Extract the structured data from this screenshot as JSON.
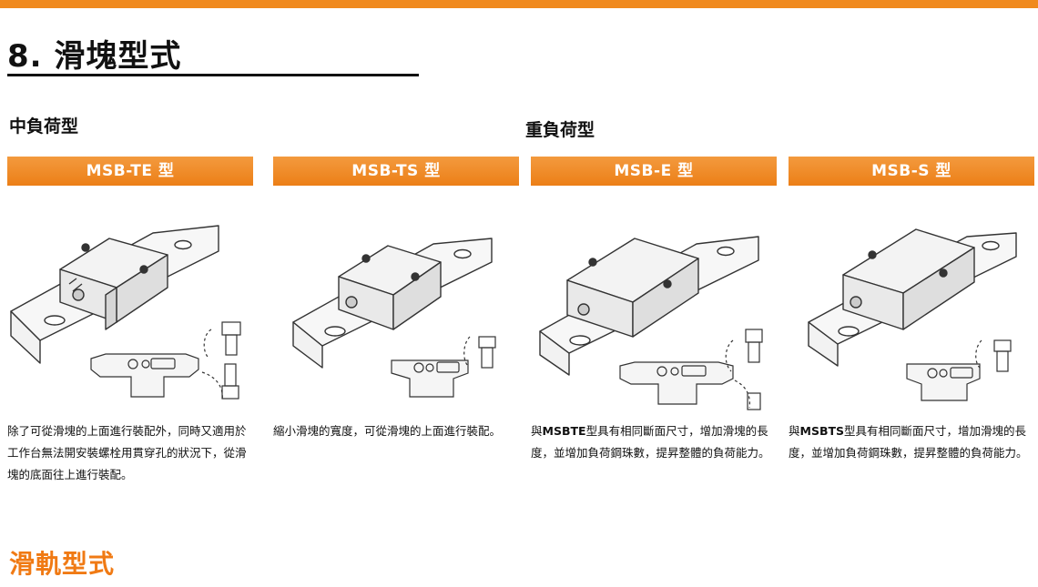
{
  "page_title": "8. 滑塊型式",
  "groups": {
    "medium": "中負荷型",
    "heavy": "重負荷型"
  },
  "cards": [
    {
      "header": "MSB-TE 型",
      "desc": "除了可從滑塊的上面進行裝配外，同時又適用於工作台無法開安裝螺栓用貫穿孔的狀況下，從滑塊的底面往上進行裝配。"
    },
    {
      "header": "MSB-TS 型",
      "desc": "縮小滑塊的寬度，可從滑塊的上面進行裝配。"
    },
    {
      "header": "MSB-E 型",
      "desc_prefix": "與",
      "desc_model": "MSBTE",
      "desc_rest": "型具有相同斷面尺寸，增加滑塊的長度，並增加負荷鋼珠數，提昇整體的負荷能力。"
    },
    {
      "header": "MSB-S 型",
      "desc_prefix": "與",
      "desc_model": "MSBTS",
      "desc_rest": "型具有相同斷面尺寸，增加滑塊的長度，並增加負荷鋼珠數，提昇整體的負荷能力。"
    }
  ],
  "section2_title": "滑軌型式",
  "colors": {
    "accent_orange": "#f08a1e",
    "header_orange": "#ec7f17",
    "section_title_orange": "#f07a14"
  }
}
